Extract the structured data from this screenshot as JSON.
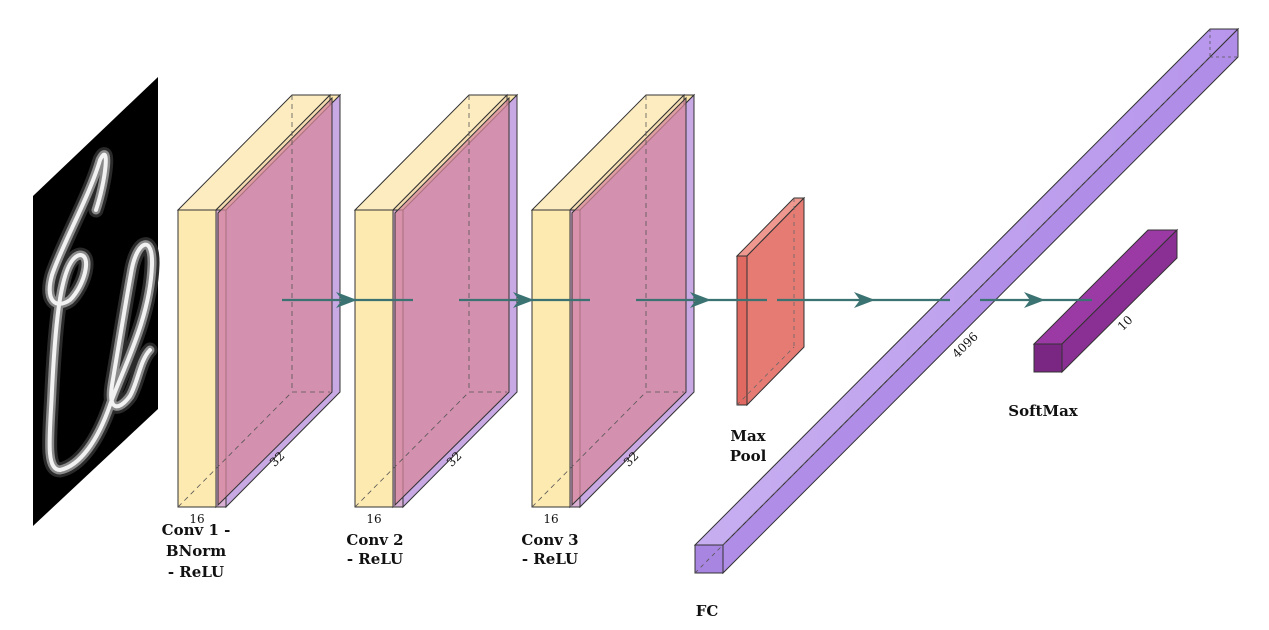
{
  "diagram": {
    "layers": [
      {
        "id": "conv1",
        "label_lines": [
          "Conv 1 -",
          "BNorm",
          "- ReLU"
        ],
        "dim_depth": "16",
        "dim_diag": "32"
      },
      {
        "id": "conv2",
        "label_lines": [
          "Conv 2",
          "- ReLU"
        ],
        "dim_depth": "16",
        "dim_diag": "32"
      },
      {
        "id": "conv3",
        "label_lines": [
          "Conv 3",
          "- ReLU"
        ],
        "dim_depth": "16",
        "dim_diag": "32"
      },
      {
        "id": "maxpool",
        "label_lines": [
          "Max",
          "Pool"
        ]
      },
      {
        "id": "fc",
        "label_lines": [
          "FC"
        ],
        "dim": "4096"
      },
      {
        "id": "softmax",
        "label_lines": [
          "SoftMax"
        ],
        "dim": "10"
      }
    ],
    "colors": {
      "conv_front": "#fdeab0",
      "conv_overlay": "#d7869b",
      "conv_side": "#c9a9e3",
      "maxpool": "#e57b73",
      "fc": "#b08de6",
      "softmax": "#8a2f93",
      "arrow": "#3b7372",
      "input_bg": "#000000",
      "edge": "#333333"
    }
  }
}
